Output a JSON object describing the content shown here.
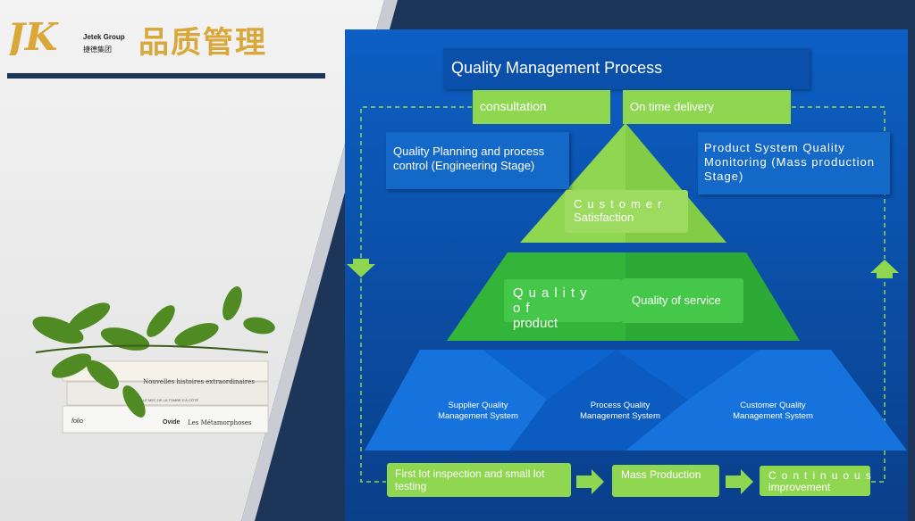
{
  "brand": {
    "logo_letters": "JK",
    "company_en": "Jetek Group",
    "company_cn": "捷德集团",
    "slide_title_cn": "品质管理"
  },
  "books": {
    "top": "Nouvelles histoires extraordinaires",
    "middle": "LE MEC DE LA TOMBE D'À CÔTÉ",
    "bottom_series": "folio",
    "bottom_author": "Ovide",
    "bottom_title": "Les Métamorphoses"
  },
  "diagram": {
    "title": "Quality Management Process",
    "consultation": "consultation",
    "on_time_delivery": "On time delivery",
    "planning": "Quality Planning and process control (Engineering Stage)",
    "monitoring": "Product System Quality Monitoring (Mass production Stage)",
    "customer_line1": "Customer",
    "customer_line2": "Satisfaction",
    "quality_product_line1": "Quality of",
    "quality_product_line2": "product",
    "quality_service": "Quality of service",
    "supplier": "Supplier Quality Management System",
    "process": "Process Quality Management System",
    "customer_qms": "Customer Quality Management System",
    "first_lot": "First lot inspection and small lot testing",
    "mass_production": "Mass Production",
    "continuous_line1": "Continuous",
    "continuous_line2": "improvement"
  },
  "colors": {
    "navy": "#1c3559",
    "panel_blue": "#0a57b8",
    "light_green": "#8fd651",
    "mid_green": "#3fbf3f",
    "gold": "#d9a73a"
  }
}
